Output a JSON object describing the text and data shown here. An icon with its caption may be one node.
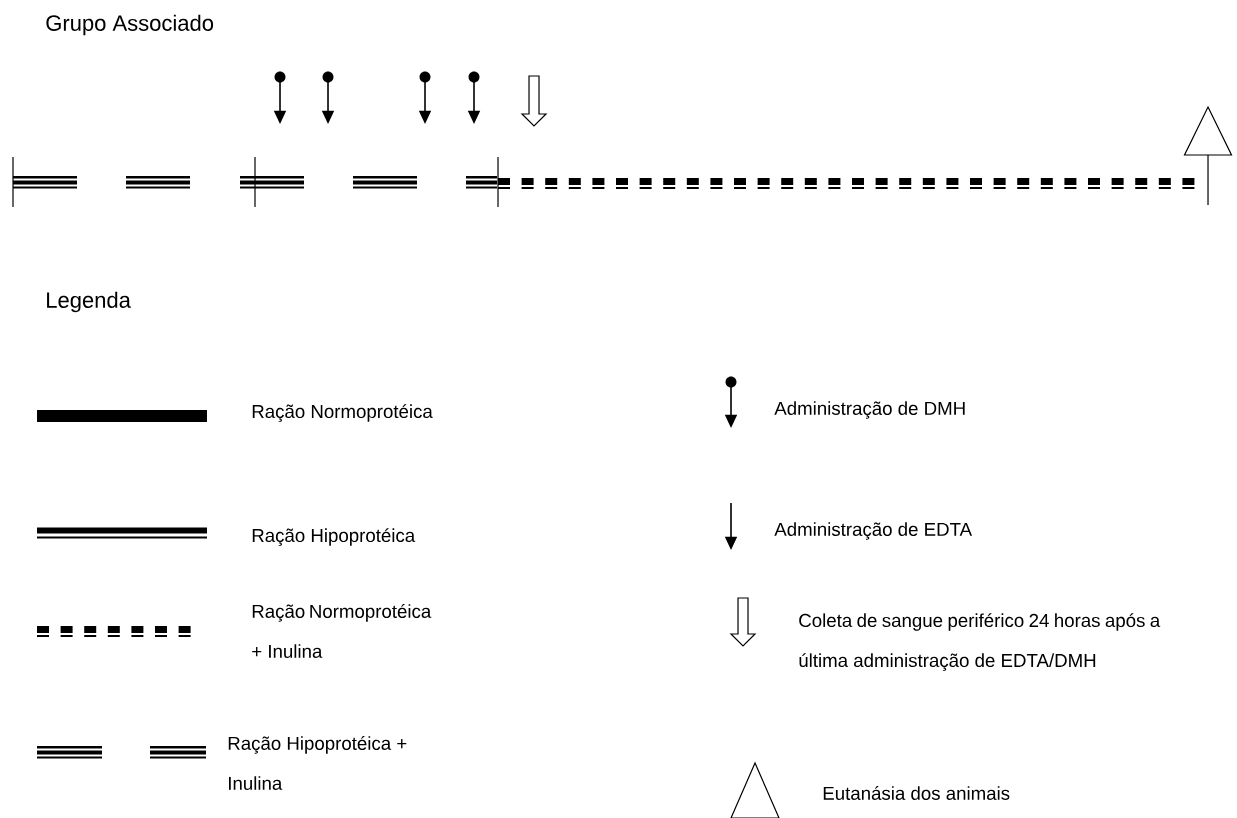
{
  "diagram": {
    "title": "Grupo Associado",
    "labels": [
      "Legenda"
    ],
    "legend": [
      {
        "text": "Ração Normoprotéica"
      },
      {
        "text": "Administração de DMH"
      },
      {
        "text": "Ração Hipoprotéica"
      },
      {
        "text": "Administração de EDTA"
      },
      {
        "text": "Ração Normoprotéica + Inulina"
      },
      {
        "text": "Coleta de sangue periférico 24 horas após a última administração de EDTA/DMH"
      },
      {
        "text": "Ração Hipoprotéica + Inulina"
      },
      {
        "text": "Eutanásia dos animais"
      }
    ]
  }
}
